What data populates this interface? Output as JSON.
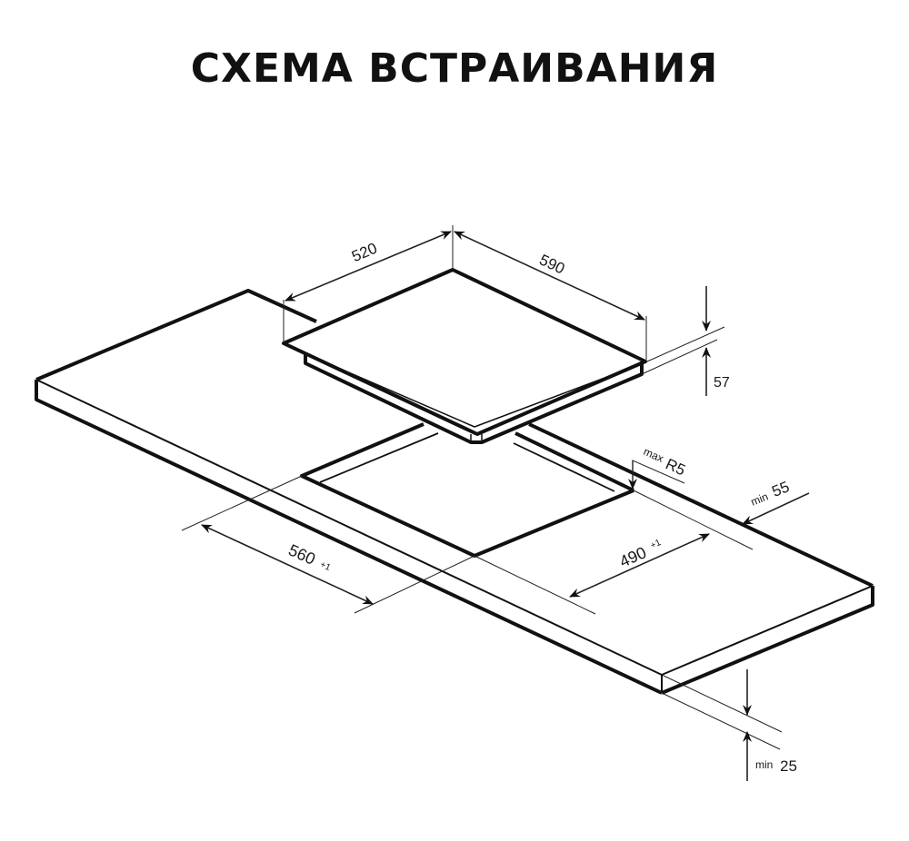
{
  "title": "СХЕМА ВСТРАИВАНИЯ",
  "colors": {
    "line": "#111111",
    "thin": "#333333",
    "background": "#ffffff"
  },
  "dimensions": {
    "hob_depth": "520",
    "hob_width": "590",
    "hob_height": "57",
    "cutout_width": "560",
    "cutout_width_tol": "+1",
    "cutout_depth": "490",
    "cutout_depth_tol": "+1",
    "corner_radius_prefix": "max",
    "corner_radius": "R5",
    "back_gap_prefix": "min",
    "back_gap": "55",
    "counter_thickness_prefix": "min",
    "counter_thickness": "25"
  }
}
